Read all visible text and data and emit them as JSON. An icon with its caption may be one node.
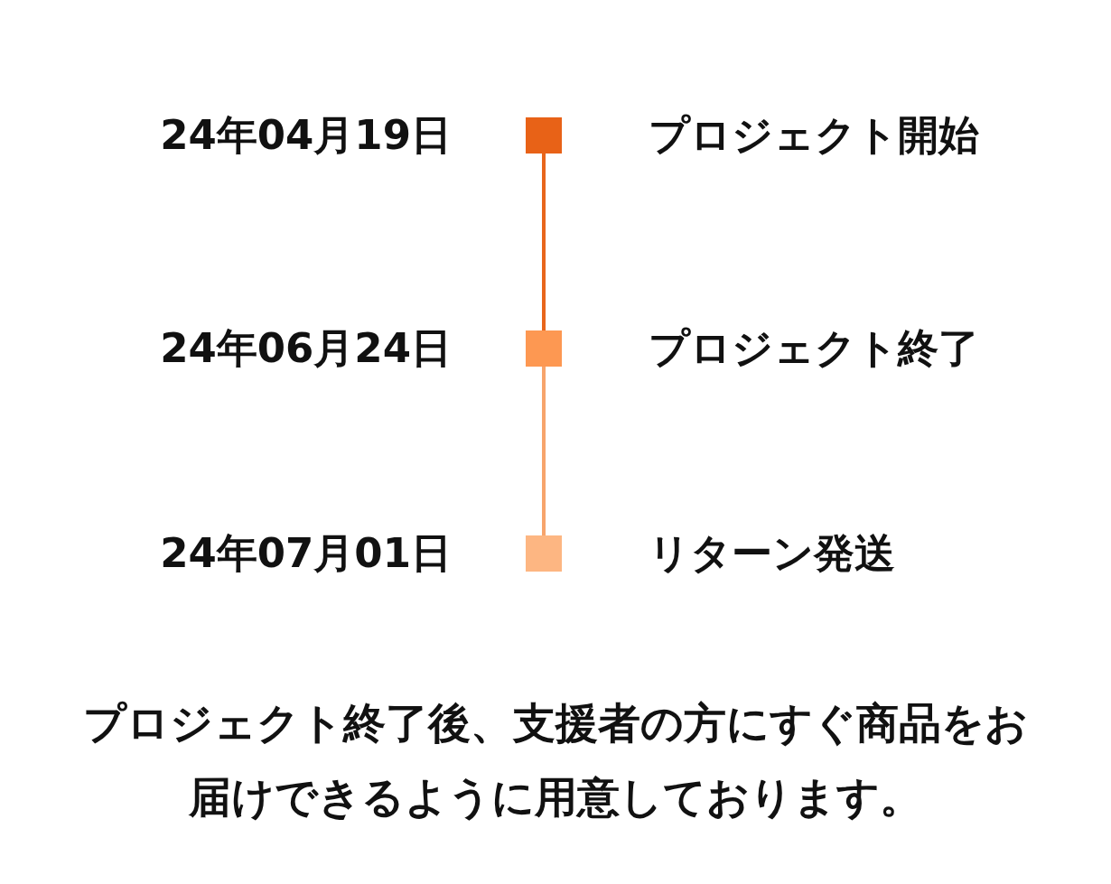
{
  "diagram": {
    "caption": "プロジェクト終了後、支援者の方にすぐ商品をお届けできるように用意しております。",
    "nodes": [
      {
        "text": [],
        "shape": "box",
        "beside": [
          "24年04月19日",
          "プロジェクト開始"
        ]
      },
      {
        "text": [],
        "shape": "box",
        "beside": [
          "24年06月24日",
          "プロジェクト終了"
        ]
      },
      {
        "text": [],
        "shape": "box",
        "beside": [
          "24年07月01日",
          "リターン発送"
        ]
      }
    ],
    "edges": [
      {
        "from": 0,
        "to": 1,
        "arrow": "none",
        "color": "#e8661c"
      },
      {
        "from": 1,
        "to": 2,
        "arrow": "none",
        "color": "#f7a46c"
      }
    ]
  }
}
